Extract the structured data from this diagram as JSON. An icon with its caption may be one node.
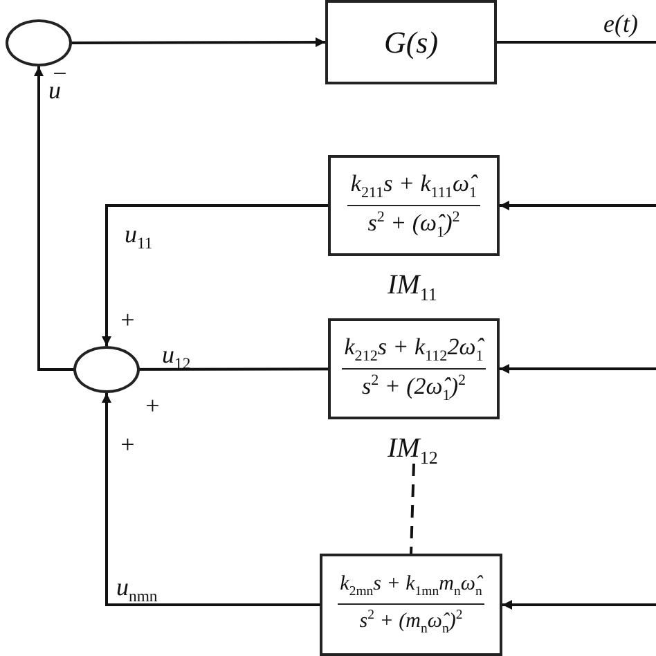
{
  "diagram": {
    "nodes": [
      {
        "text": [],
        "shape": "circle"
      },
      {
        "text": [
          "G(s)"
        ]
      },
      {
        "text": [
          "k$_{211}$s + k$_{111}$ω̂$_{1}$",
          "s$^{2}$ + (ω̂$_{1}$)$^{2}$"
        ],
        "beside": [
          "IM$_{11}$"
        ]
      },
      {
        "text": [],
        "shape": "circle"
      },
      {
        "text": [
          "k$_{212}$s + k$_{112}$2ω̂$_{1}$",
          "s$^{2}$ + (2ω̂$_{1}$)$^{2}$"
        ],
        "beside": [
          "IM$_{12}$"
        ]
      },
      {
        "text": [
          "k$_{2mn}$s + k$_{1mn}$m$_{n}$ω̂$_{n}$",
          "s$^{2}$ + (m$_{n}$ω̂$_{n}$)$^{2}$"
        ]
      }
    ],
    "edges": [
      {
        "from": 0,
        "to": 1,
        "arrow": "to"
      },
      {
        "from": 1,
        "to": null,
        "arrow": "none",
        "label": "e(t)"
      },
      {
        "from": null,
        "to": 2,
        "arrow": "to"
      },
      {
        "from": null,
        "to": 4,
        "arrow": "to"
      },
      {
        "from": null,
        "to": 5,
        "arrow": "to"
      },
      {
        "from": 2,
        "to": 3,
        "arrow": "to",
        "label": "u$_{11}$"
      },
      {
        "from": 4,
        "to": 3,
        "arrow": "to",
        "label": "u$_{12}$"
      },
      {
        "from": 5,
        "to": 3,
        "arrow": "to",
        "label": "u$_{nmn}$"
      },
      {
        "from": 3,
        "to": 0,
        "arrow": "to",
        "label": "u"
      },
      {
        "from": 4,
        "to": 5,
        "arrow": "none",
        "style": "dashed"
      }
    ],
    "labels": [
      "−",
      "+",
      "+",
      "+"
    ]
  }
}
